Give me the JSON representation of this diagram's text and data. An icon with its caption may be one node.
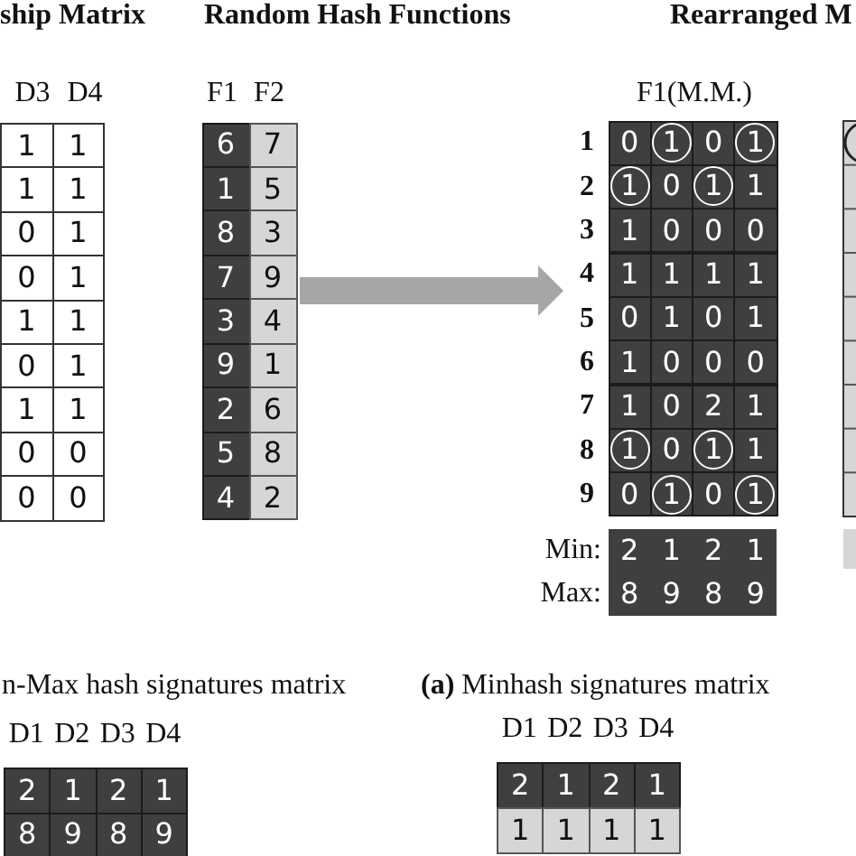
{
  "diagram": {
    "nodes": [
      {
        "text": [
          "6",
          "7",
          "1",
          "5",
          "8",
          "3",
          "7",
          "9",
          "3",
          "4",
          "9",
          "1",
          "2",
          "6",
          "5",
          "8",
          "4",
          "2"
        ],
        "beside": [
          "F1",
          "F2"
        ]
      },
      {
        "text": [
          "0",
          "1",
          "0",
          "1",
          "1",
          "0",
          "1",
          "1",
          "1",
          "0",
          "0",
          "0",
          "1",
          "1",
          "1",
          "1",
          "0",
          "1",
          "0",
          "1",
          "1",
          "0",
          "0",
          "0",
          "1",
          "0",
          "2",
          "1",
          "1",
          "0",
          "1",
          "1",
          "0",
          "1",
          "0",
          "1"
        ],
        "beside": [
          "F1(M.M.)",
          "1",
          "2",
          "3",
          "4",
          "5",
          "6",
          "7",
          "8",
          "9"
        ]
      }
    ],
    "edges": [
      {
        "from": 0,
        "to": 1,
        "arrow": "to"
      }
    ],
    "labels": [
      "ship Matrix",
      "Random Hash Functions",
      "Rearranged M",
      "D3",
      "D4",
      "1",
      "1",
      "1",
      "1",
      "0",
      "1",
      "0",
      "1",
      "1",
      "1",
      "0",
      "1",
      "1",
      "1",
      "0",
      "0",
      "0",
      "0",
      "Min:",
      "2",
      "1",
      "2",
      "1",
      "Max:",
      "8",
      "9",
      "8",
      "9",
      "n-Max hash signatures matrix",
      "D1",
      "D2",
      "D3",
      "D4",
      "2",
      "1",
      "2",
      "1",
      "8",
      "9",
      "8",
      "9",
      "**(a)** Minhash signatures matrix",
      "D1",
      "D2",
      "D3",
      "D4",
      "2",
      "1",
      "2",
      "1",
      "1",
      "1",
      "1",
      "1"
    ]
  }
}
